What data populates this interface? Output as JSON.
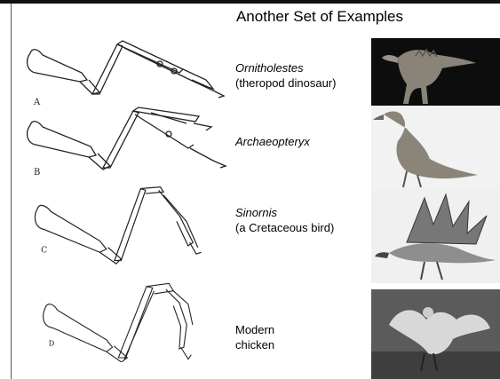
{
  "slide": {
    "title": "Another Set of Examples"
  },
  "examples": [
    {
      "letter": "A",
      "species": "Ornitholestes",
      "desc": "(theropod dinosaur)"
    },
    {
      "letter": "B",
      "species": "Archaeopteryx",
      "desc": ""
    },
    {
      "letter": "C",
      "species": "Sinornis",
      "desc": "(a Cretaceous bird)"
    },
    {
      "letter": "D",
      "species": "",
      "desc": "Modern\nchicken"
    }
  ],
  "colors": {
    "ink": "#222222",
    "photo_dark": "#111111",
    "photo_light": "#e8e8e8"
  }
}
